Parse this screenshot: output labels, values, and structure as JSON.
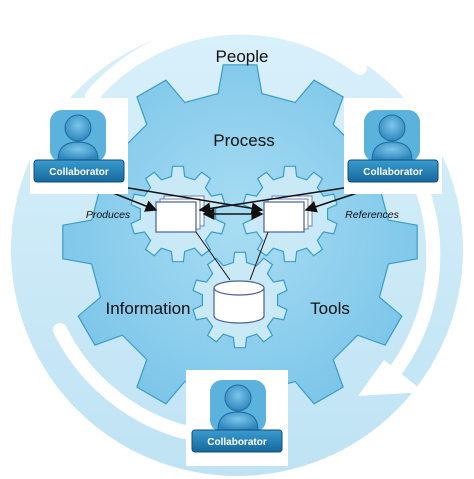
{
  "labels": {
    "people": "People",
    "process": "Process",
    "information": "Information",
    "tools": "Tools",
    "produces": "Produces",
    "references": "References"
  },
  "collaborators": [
    {
      "label": "Collaborator"
    },
    {
      "label": "Collaborator"
    },
    {
      "label": "Collaborator"
    }
  ],
  "icons": [
    "person-icon",
    "document-stack-icon",
    "database-cylinder-icon",
    "gear-icon",
    "cycle-arrow-icon"
  ],
  "colors": {
    "outer_ring": "#cfeaf7",
    "big_gear": "#8fd0ee",
    "small_gear": "#c9e9f6",
    "gear_outline": "#3a9dc8",
    "collaborator_badge": "#1f7fb5",
    "avatar": "#4aa8d6"
  }
}
